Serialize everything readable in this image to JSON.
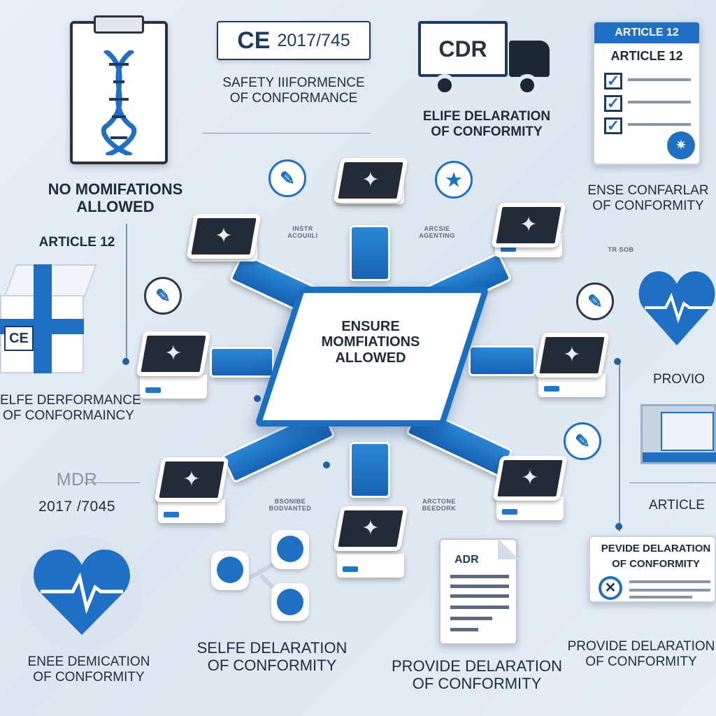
{
  "colors": {
    "accent": "#1b6fc2",
    "dark": "#232b36",
    "background": "#e6edf5"
  },
  "top": {
    "ce_badge": {
      "mark": "CE",
      "code": "2017/745"
    },
    "safety_label": {
      "line1": "SAFETY IIIFORMENCE",
      "line2": "OF CONFORMANCE"
    },
    "cdr_truck": {
      "text": "CDR"
    },
    "elife_label": {
      "line1": "ELIFE DELARATION",
      "line2": "OF CONFORMITY"
    },
    "article_card": {
      "header": "ARTICLE 12",
      "title": "ARTICLE 12"
    },
    "ense_label": {
      "line1": "ENSE CONFARLAR",
      "line2": "OF CONFORMITY"
    }
  },
  "left": {
    "dna_clipboard_icon": "dna-icon",
    "no_mods_label": {
      "line1": "NO MOMIFATIONS",
      "line2": "ALLOWED"
    },
    "article_label": "ARTICLE 12",
    "ce_box": {
      "mark": "CE"
    },
    "performance_label": {
      "line1": "ELFE DERFORMANCE",
      "line2": "OF CONFORMAINCY"
    },
    "mdr_label": {
      "line1": "MDR",
      "line2": "2017 /7045"
    }
  },
  "center": {
    "title": {
      "line1": "ENSURE",
      "line2": "MOMFIATIONS",
      "line3": "ALLOWED"
    },
    "small_labels": [
      "INSTR ACOUIILI",
      "ARCSIE AGENTING",
      "BSONIBE BODVANTED",
      "ARCTONE BEEDORK"
    ]
  },
  "right": {
    "provide_label": "PROVIO",
    "article_label": "ARTICLE",
    "side_tag": "TR SOB",
    "decl_card": {
      "line1": "PEVIDE DELARATION",
      "line2": "OF CONFORMITY"
    }
  },
  "bottom": {
    "heart_label": {
      "line1": "ENEE DEMICATION",
      "line2": "OF CONFORMITY"
    },
    "selfe_label": {
      "line1": "SELFE DELARATION",
      "line2": "OF CONFORMITY"
    },
    "adr_doc": {
      "text": "ADR"
    },
    "provide_label": {
      "line1": "PROVIDE DELARATION",
      "line2": "OF CONFORMITY"
    },
    "provide_right_label": {
      "line1": "PROVIDE DELARATION",
      "line2": "OF CONFORMITY"
    }
  }
}
